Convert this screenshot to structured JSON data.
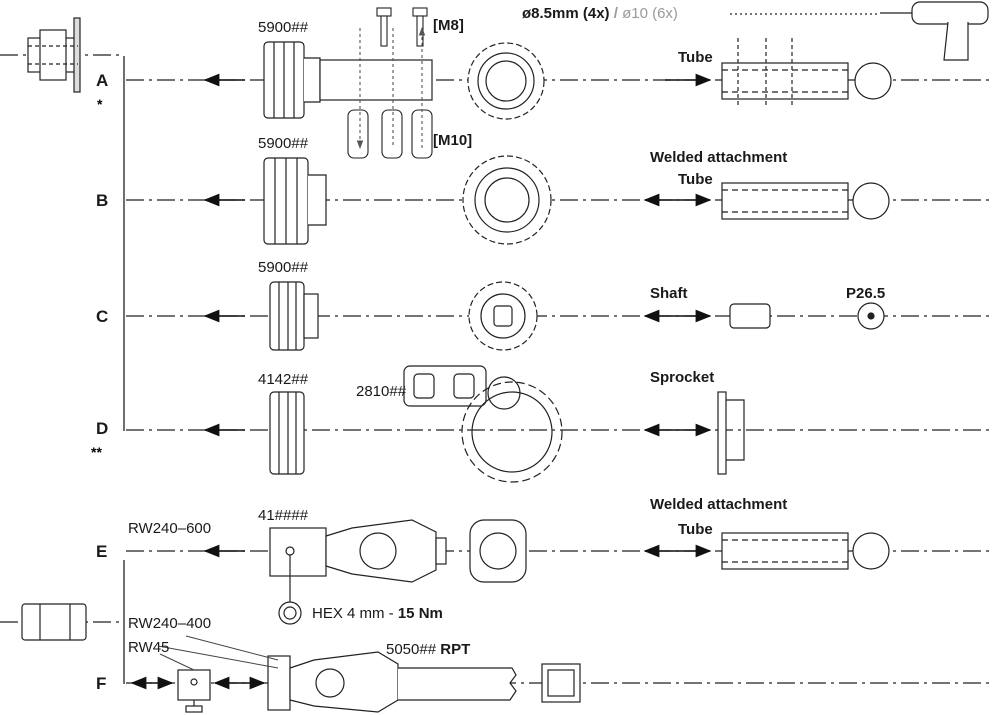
{
  "rows": [
    {
      "letter": "A",
      "marker": "*",
      "part": "5900##",
      "right_title": "Tube"
    },
    {
      "letter": "B",
      "part": "5900##",
      "right_title": "Welded attachment",
      "right_sub": "Tube"
    },
    {
      "letter": "C",
      "part": "5900##",
      "right_title": "Shaft",
      "right_extra": "P26.5"
    },
    {
      "letter": "D",
      "marker": "**",
      "part": "4142##",
      "link_part": "2810##",
      "right_title": "Sprocket"
    },
    {
      "letter": "E",
      "part": "41####",
      "cable": "RW240–600",
      "right_title": "Welded attachment",
      "right_sub": "Tube"
    },
    {
      "letter": "F",
      "cable_a": "RW240–400",
      "cable_b": "RW45",
      "part": "5050##",
      "part_suffix": "RPT"
    }
  ],
  "bolts": {
    "top": "[M8]",
    "bottom": "[M10]"
  },
  "drill": {
    "primary": "ø8.5mm (4x)",
    "separator": "/",
    "secondary": "ø10 (6x)"
  },
  "hex_note": {
    "prefix": "HEX 4 mm - ",
    "torque": "15 Nm"
  }
}
